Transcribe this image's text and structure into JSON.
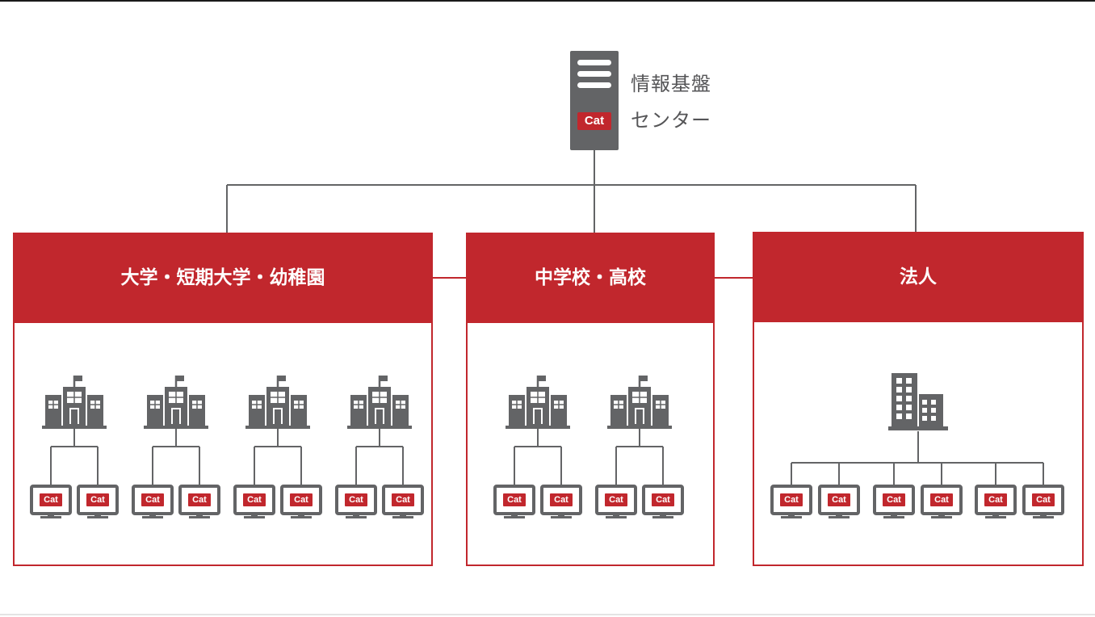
{
  "server": {
    "badge": "Cat",
    "label_line1": "情報基盤",
    "label_line2": "センター"
  },
  "panels": [
    {
      "title": "大学・短期大学・幼稚園",
      "buildings": 4,
      "terminals_per_building": 2,
      "badge": "Cat"
    },
    {
      "title": "中学校・高校",
      "buildings": 2,
      "terminals_per_building": 2,
      "badge": "Cat"
    },
    {
      "title": "法人",
      "buildings": 1,
      "terminals_per_building": 6,
      "badge": "Cat"
    }
  ],
  "colors": {
    "accent": "#c1272d",
    "icon": "#636466",
    "line": "#636466"
  },
  "icons": {
    "server": "server-icon",
    "school": "school-building-icon",
    "office": "office-building-icon",
    "terminal": "monitor-icon"
  }
}
